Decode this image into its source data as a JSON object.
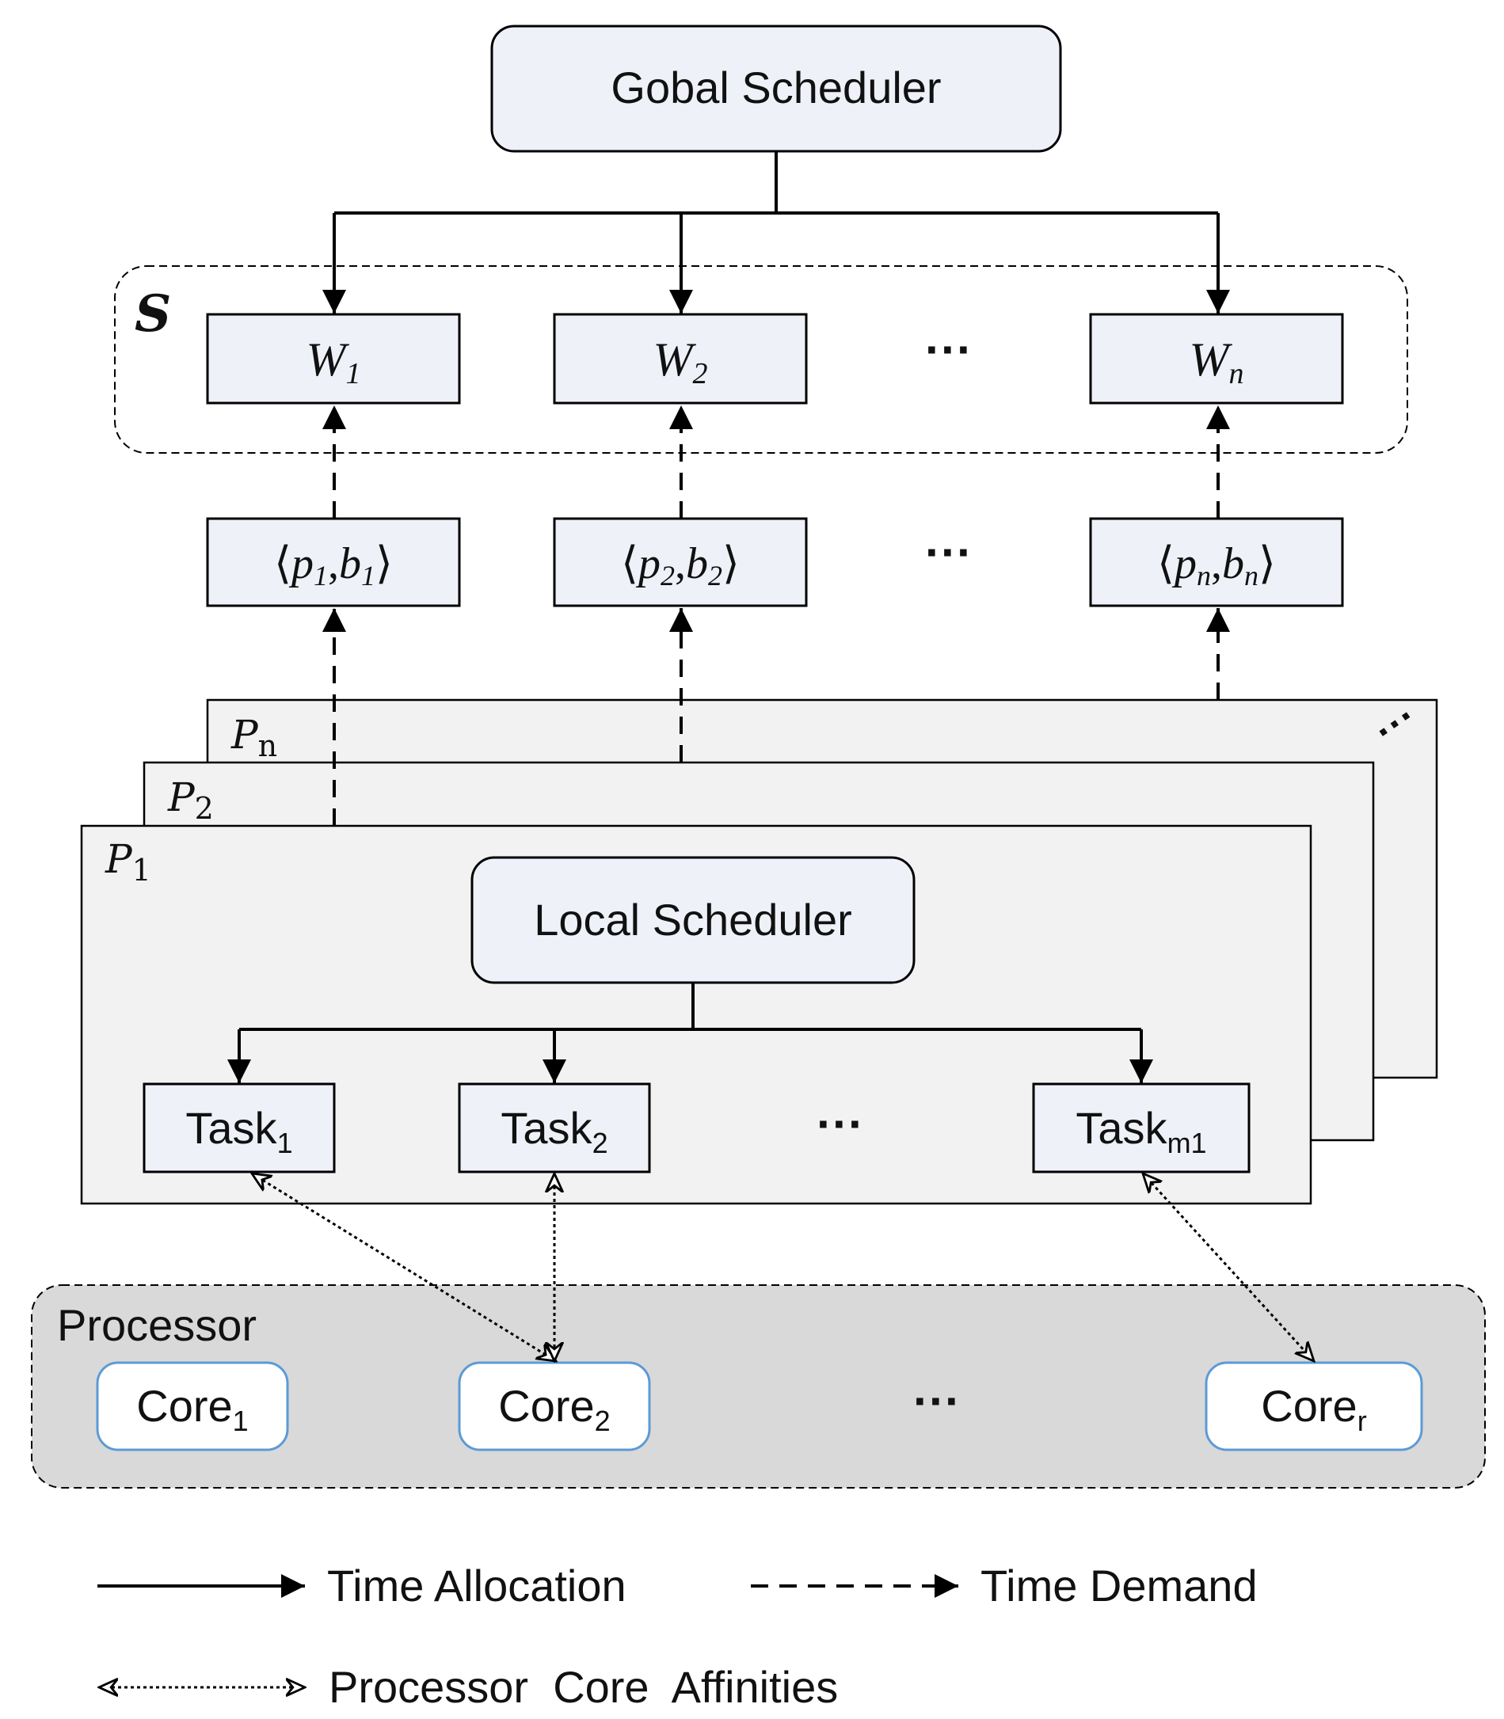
{
  "global_scheduler": {
    "label": "Gobal Scheduler"
  },
  "server_set": {
    "symbol": "S",
    "servers": [
      {
        "name": "W",
        "sub": "1"
      },
      {
        "name": "W",
        "sub": "2"
      },
      {
        "name": "W",
        "sub": "n"
      }
    ],
    "ellipsis": "···"
  },
  "interfaces": {
    "items": [
      {
        "p": "p",
        "b": "b",
        "sub": "1"
      },
      {
        "p": "p",
        "b": "b",
        "sub": "2"
      },
      {
        "p": "p",
        "b": "b",
        "sub": "n"
      }
    ],
    "ellipsis": "···"
  },
  "partitions": {
    "layers": [
      {
        "name": "P",
        "sub": "n"
      },
      {
        "name": "P",
        "sub": "2"
      },
      {
        "name": "P",
        "sub": "1"
      }
    ],
    "more": "···"
  },
  "local_scheduler": {
    "label": "Local Scheduler"
  },
  "tasks": {
    "items": [
      {
        "label": "Task",
        "sub": "1"
      },
      {
        "label": "Task",
        "sub": "2"
      },
      {
        "label": "Task",
        "sub": "m1"
      }
    ],
    "ellipsis": "···"
  },
  "processor": {
    "label": "Processor",
    "cores": [
      {
        "label": "Core",
        "sub": "1"
      },
      {
        "label": "Core",
        "sub": "2"
      },
      {
        "label": "Core",
        "sub": "r"
      }
    ],
    "ellipsis": "···"
  },
  "legend": {
    "time_allocation": "Time Allocation",
    "time_demand": "Time Demand",
    "affinities": "Processor  Core  Affinities"
  },
  "colors": {
    "box_fill": "#eef1f8",
    "partition_fill": "#f2f2f2",
    "processor_fill": "#d9d9d9",
    "core_border": "#5b9bd5",
    "line": "#000000"
  }
}
